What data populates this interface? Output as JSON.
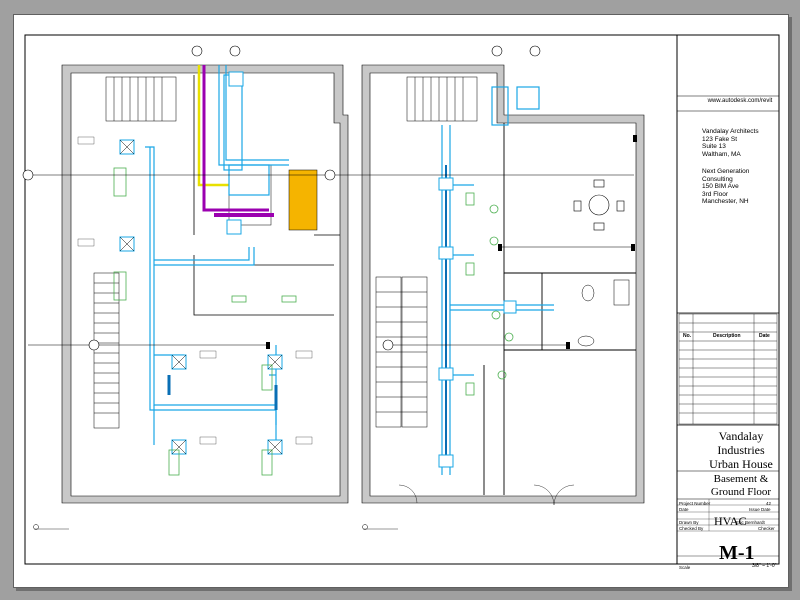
{
  "titleblock": {
    "url": "www.autodesk.com/revit",
    "architect": [
      "Vandalay Architects",
      "123 Fake St",
      "Suite 13",
      "Waltham, MA"
    ],
    "consultant": [
      "Next Generation",
      "Consulting",
      "150 BIM Ave",
      "3rd Floor",
      "Manchester, NH"
    ],
    "rev_headers": {
      "no": "No.",
      "description": "Description",
      "date": "Date"
    },
    "project_name": [
      "Vandalay",
      "Industries",
      "Urban House"
    ],
    "sheet_name": [
      "Basement &",
      "Ground Floor"
    ],
    "discipline": "HVAC",
    "project_number_label": "Project Number",
    "project_number": "42",
    "date_label": "Date",
    "date": "Issue Date",
    "drawn_by_label": "Drawn By",
    "drawn_by": "Eric Bernhardt",
    "checked_by_label": "Checked By",
    "checked_by": "Checker",
    "sheet_number": "M-1",
    "scale_label": "Scale",
    "scale": "3/8\" = 1'-0\""
  },
  "colors": {
    "duct": "#1aa7e6",
    "supply_dark": "#0a6fb5",
    "wall": "#000000",
    "poche": "#c8c8c8",
    "magenta": "#9b00b0",
    "yellow": "#e8e000",
    "orange": "#f5b400",
    "green": "#4caf50"
  }
}
